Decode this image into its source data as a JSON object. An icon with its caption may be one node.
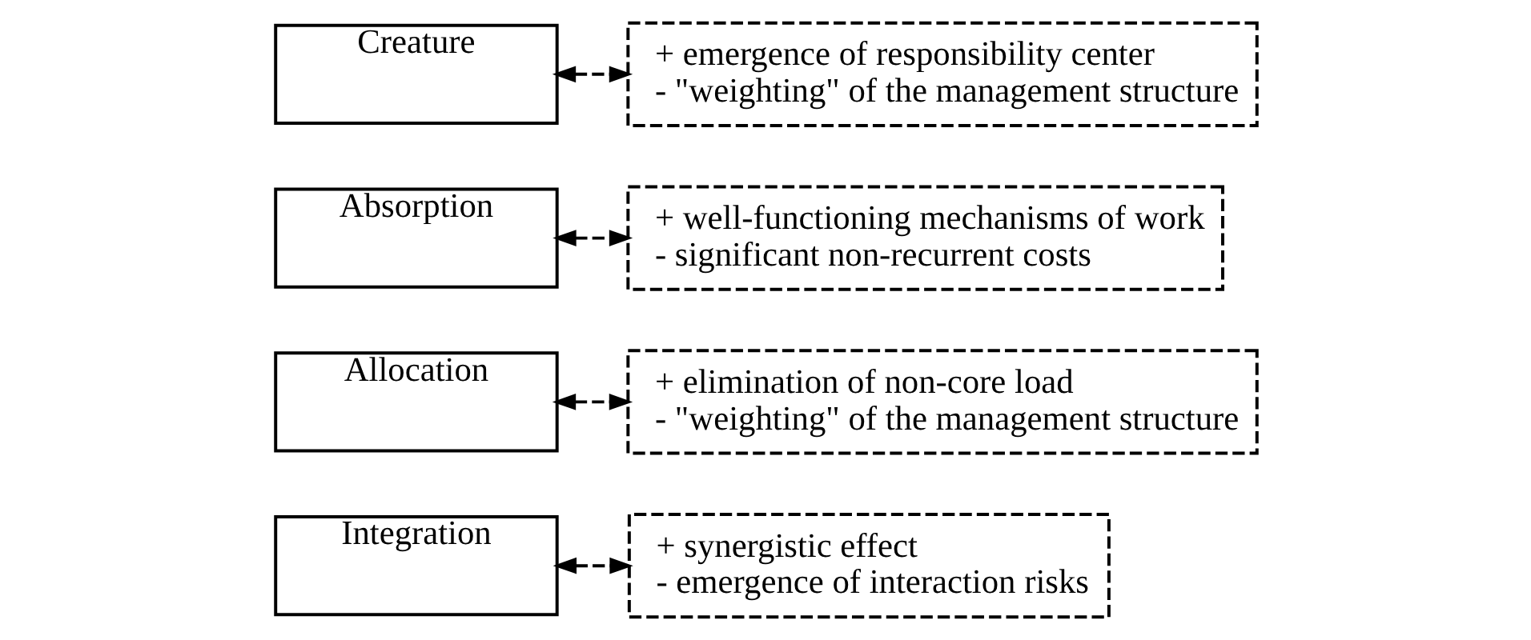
{
  "diagram": {
    "nodes": [
      {
        "text": [
          "Creature"
        ]
      },
      {
        "text": [
          "+ emergence of responsibility center",
          "- \"weighting\" of the management structure"
        ]
      },
      {
        "text": [
          "Absorption"
        ]
      },
      {
        "text": [
          "+ well-functioning mechanisms of work",
          "- significant non-recurrent costs"
        ]
      },
      {
        "text": [
          "Allocation"
        ]
      },
      {
        "text": [
          "+ elimination of non-core load",
          "- \"weighting\" of the management structure"
        ]
      },
      {
        "text": [
          "Integration"
        ]
      },
      {
        "text": [
          "+ synergistic effect",
          "- emergence of interaction risks"
        ]
      }
    ],
    "edges": [
      {
        "from": 0,
        "to": 1,
        "arrow": "both",
        "style": "dashed"
      },
      {
        "from": 2,
        "to": 3,
        "arrow": "both",
        "style": "dashed"
      },
      {
        "from": 4,
        "to": 5,
        "arrow": "both",
        "style": "dashed"
      },
      {
        "from": 6,
        "to": 7,
        "arrow": "both",
        "style": "dashed"
      }
    ]
  }
}
